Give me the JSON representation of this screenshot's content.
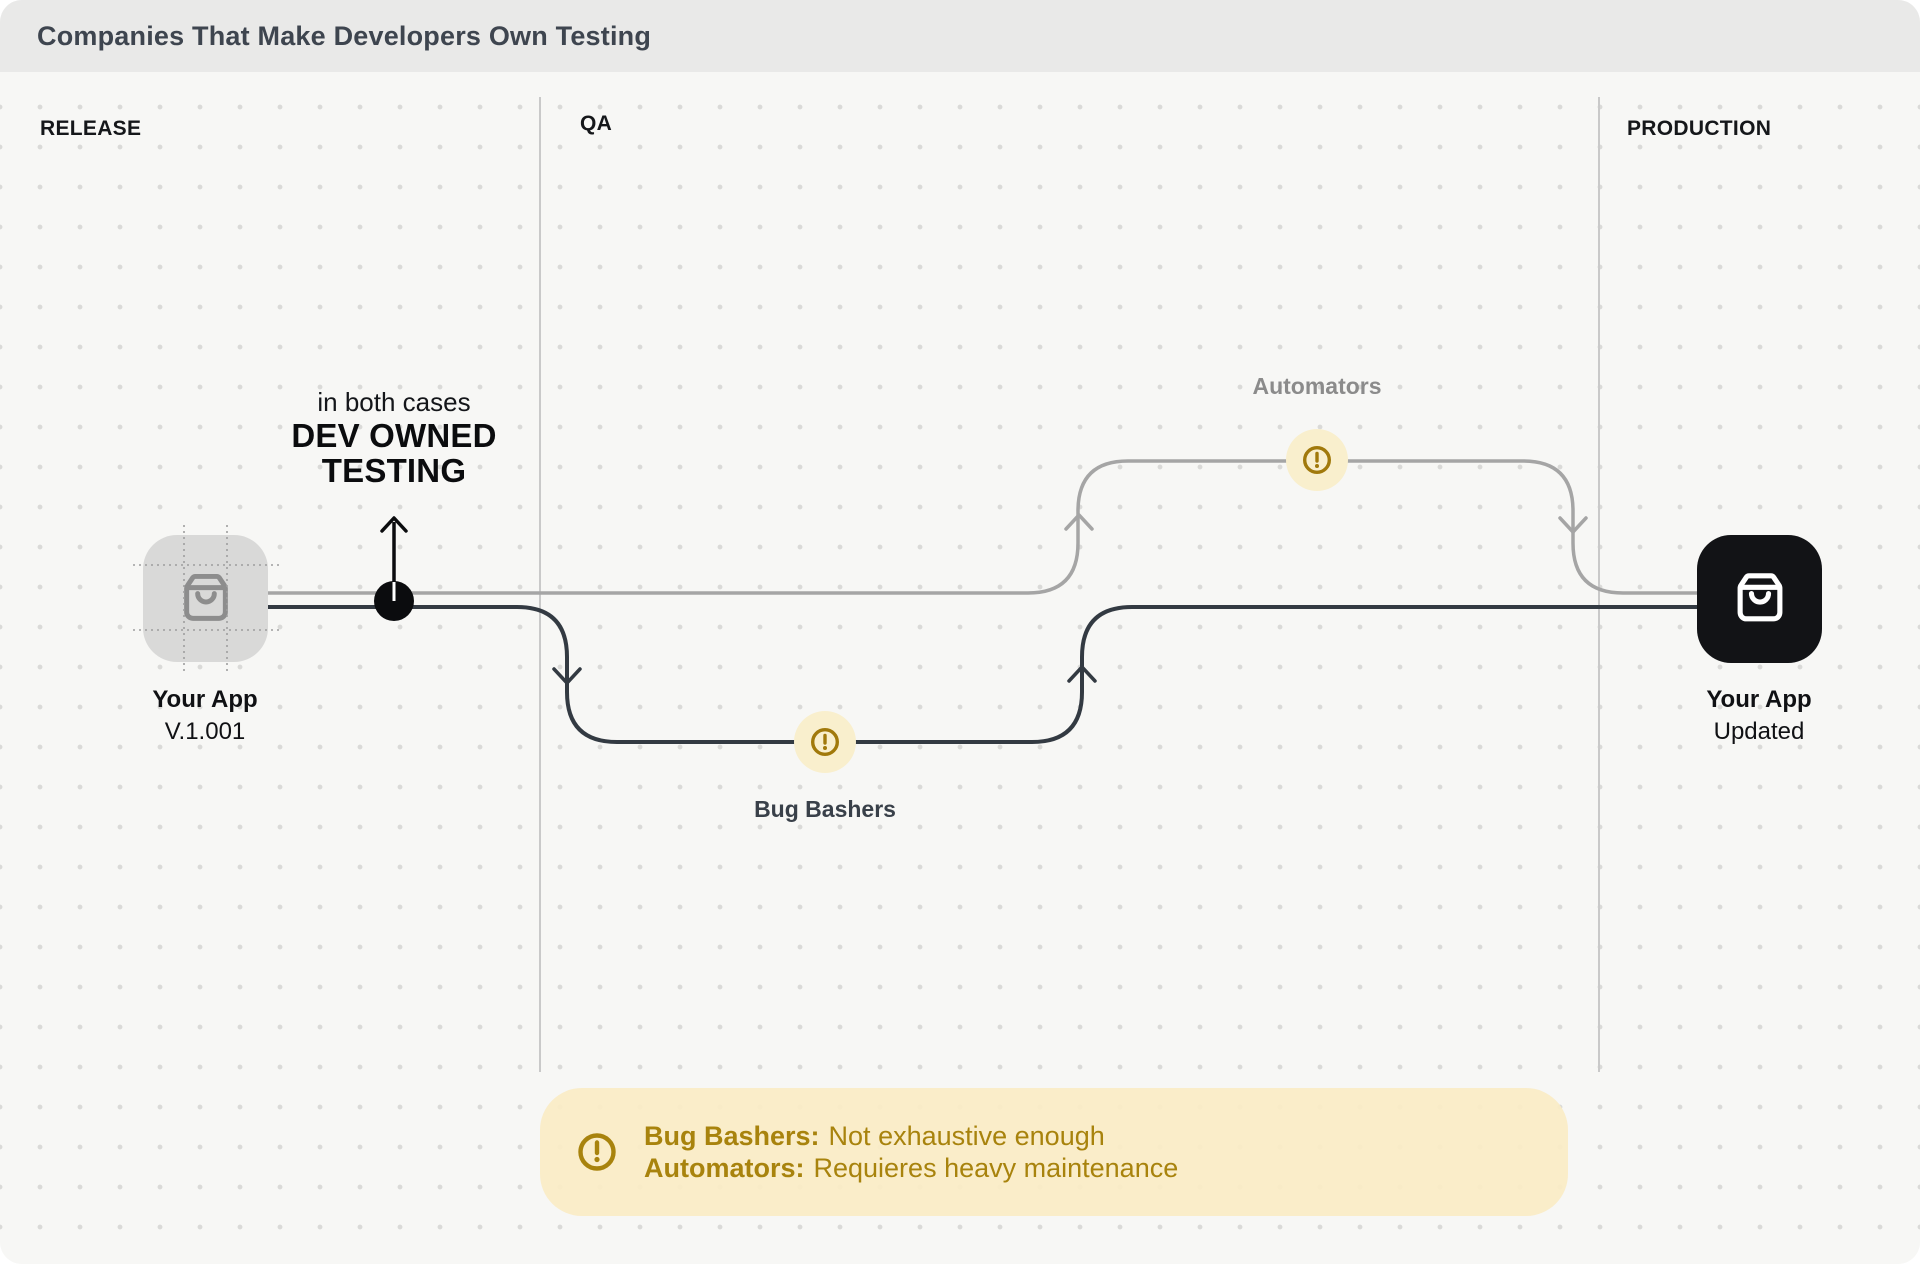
{
  "header": {
    "title": "Companies That Make Developers Own Testing"
  },
  "columns": [
    {
      "label": "RELEASE"
    },
    {
      "label": "QA"
    },
    {
      "label": "PRODUCTION"
    }
  ],
  "annotation": {
    "intro": "in both cases",
    "title_line1": "DEV OWNED",
    "title_line2": "TESTING"
  },
  "nodes": {
    "source": {
      "name": "Your App",
      "version": "V.1.001"
    },
    "target": {
      "name": "Your App",
      "status": "Updated"
    }
  },
  "flows": {
    "automators": {
      "label": "Automators"
    },
    "bug_bashers": {
      "label": "Bug Bashers"
    }
  },
  "callout": {
    "items": [
      {
        "label": "Bug Bashers:",
        "text": "Not exhaustive enough"
      },
      {
        "label": "Automators:",
        "text": "Requieres heavy maintenance"
      }
    ]
  },
  "colors": {
    "header_bg": "#e9e9e8",
    "canvas_bg": "#f7f7f5",
    "flow_dark": "#333a42",
    "flow_gray": "#a5a5a5",
    "warning_gold": "#a1790b",
    "warning_cream": "#f9efcd",
    "callout_bg": "#faecc5",
    "callout_text": "#a8830d"
  },
  "icons": {
    "source_app": "bag-icon",
    "target_app": "bag-icon",
    "warning": "alert-circle-icon"
  }
}
